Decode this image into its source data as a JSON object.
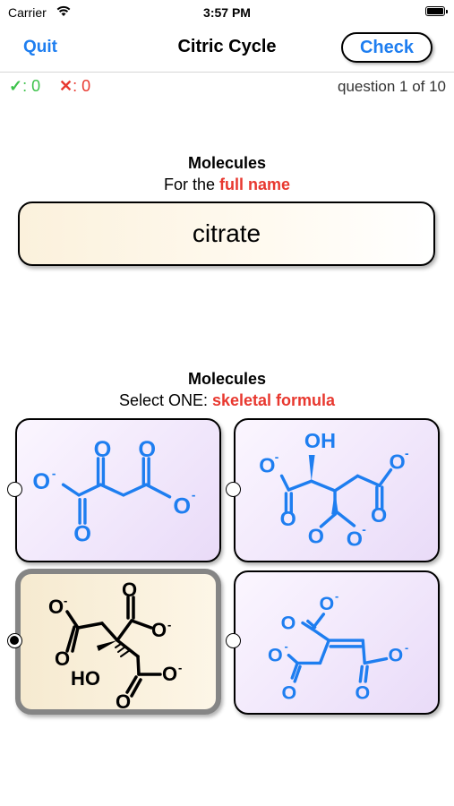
{
  "status": {
    "carrier": "Carrier",
    "time": "3:57 PM"
  },
  "nav": {
    "quit_label": "Quit",
    "title": "Citric Cycle",
    "check_label": "Check"
  },
  "score": {
    "right_mark": "✓",
    "right_count": ": 0",
    "wrong_mark": "✕",
    "wrong_count": ": 0",
    "question": "question 1 of 10"
  },
  "prompt_section": {
    "title": "Molecules",
    "instruction": "For the ",
    "highlight": "full name"
  },
  "prompt": {
    "text": "citrate"
  },
  "options_section": {
    "title": "Molecules",
    "instruction": "Select ONE: ",
    "highlight": "skeletal formula"
  },
  "options": [
    {
      "name": "oxaloacetate",
      "selected": false
    },
    {
      "name": "isocitrate",
      "selected": false
    },
    {
      "name": "citrate",
      "selected": true
    },
    {
      "name": "cis-aconitate",
      "selected": false
    }
  ],
  "structure_labels": {
    "o": "O",
    "oh": "OH",
    "ho": "HO",
    "charge": "-"
  },
  "colors": {
    "accent": "#1e7ef0",
    "correct": "#3cc24a",
    "wrong": "#e8382f",
    "molecule_blue": "#1e7ef0",
    "molecule_black": "#000000"
  }
}
